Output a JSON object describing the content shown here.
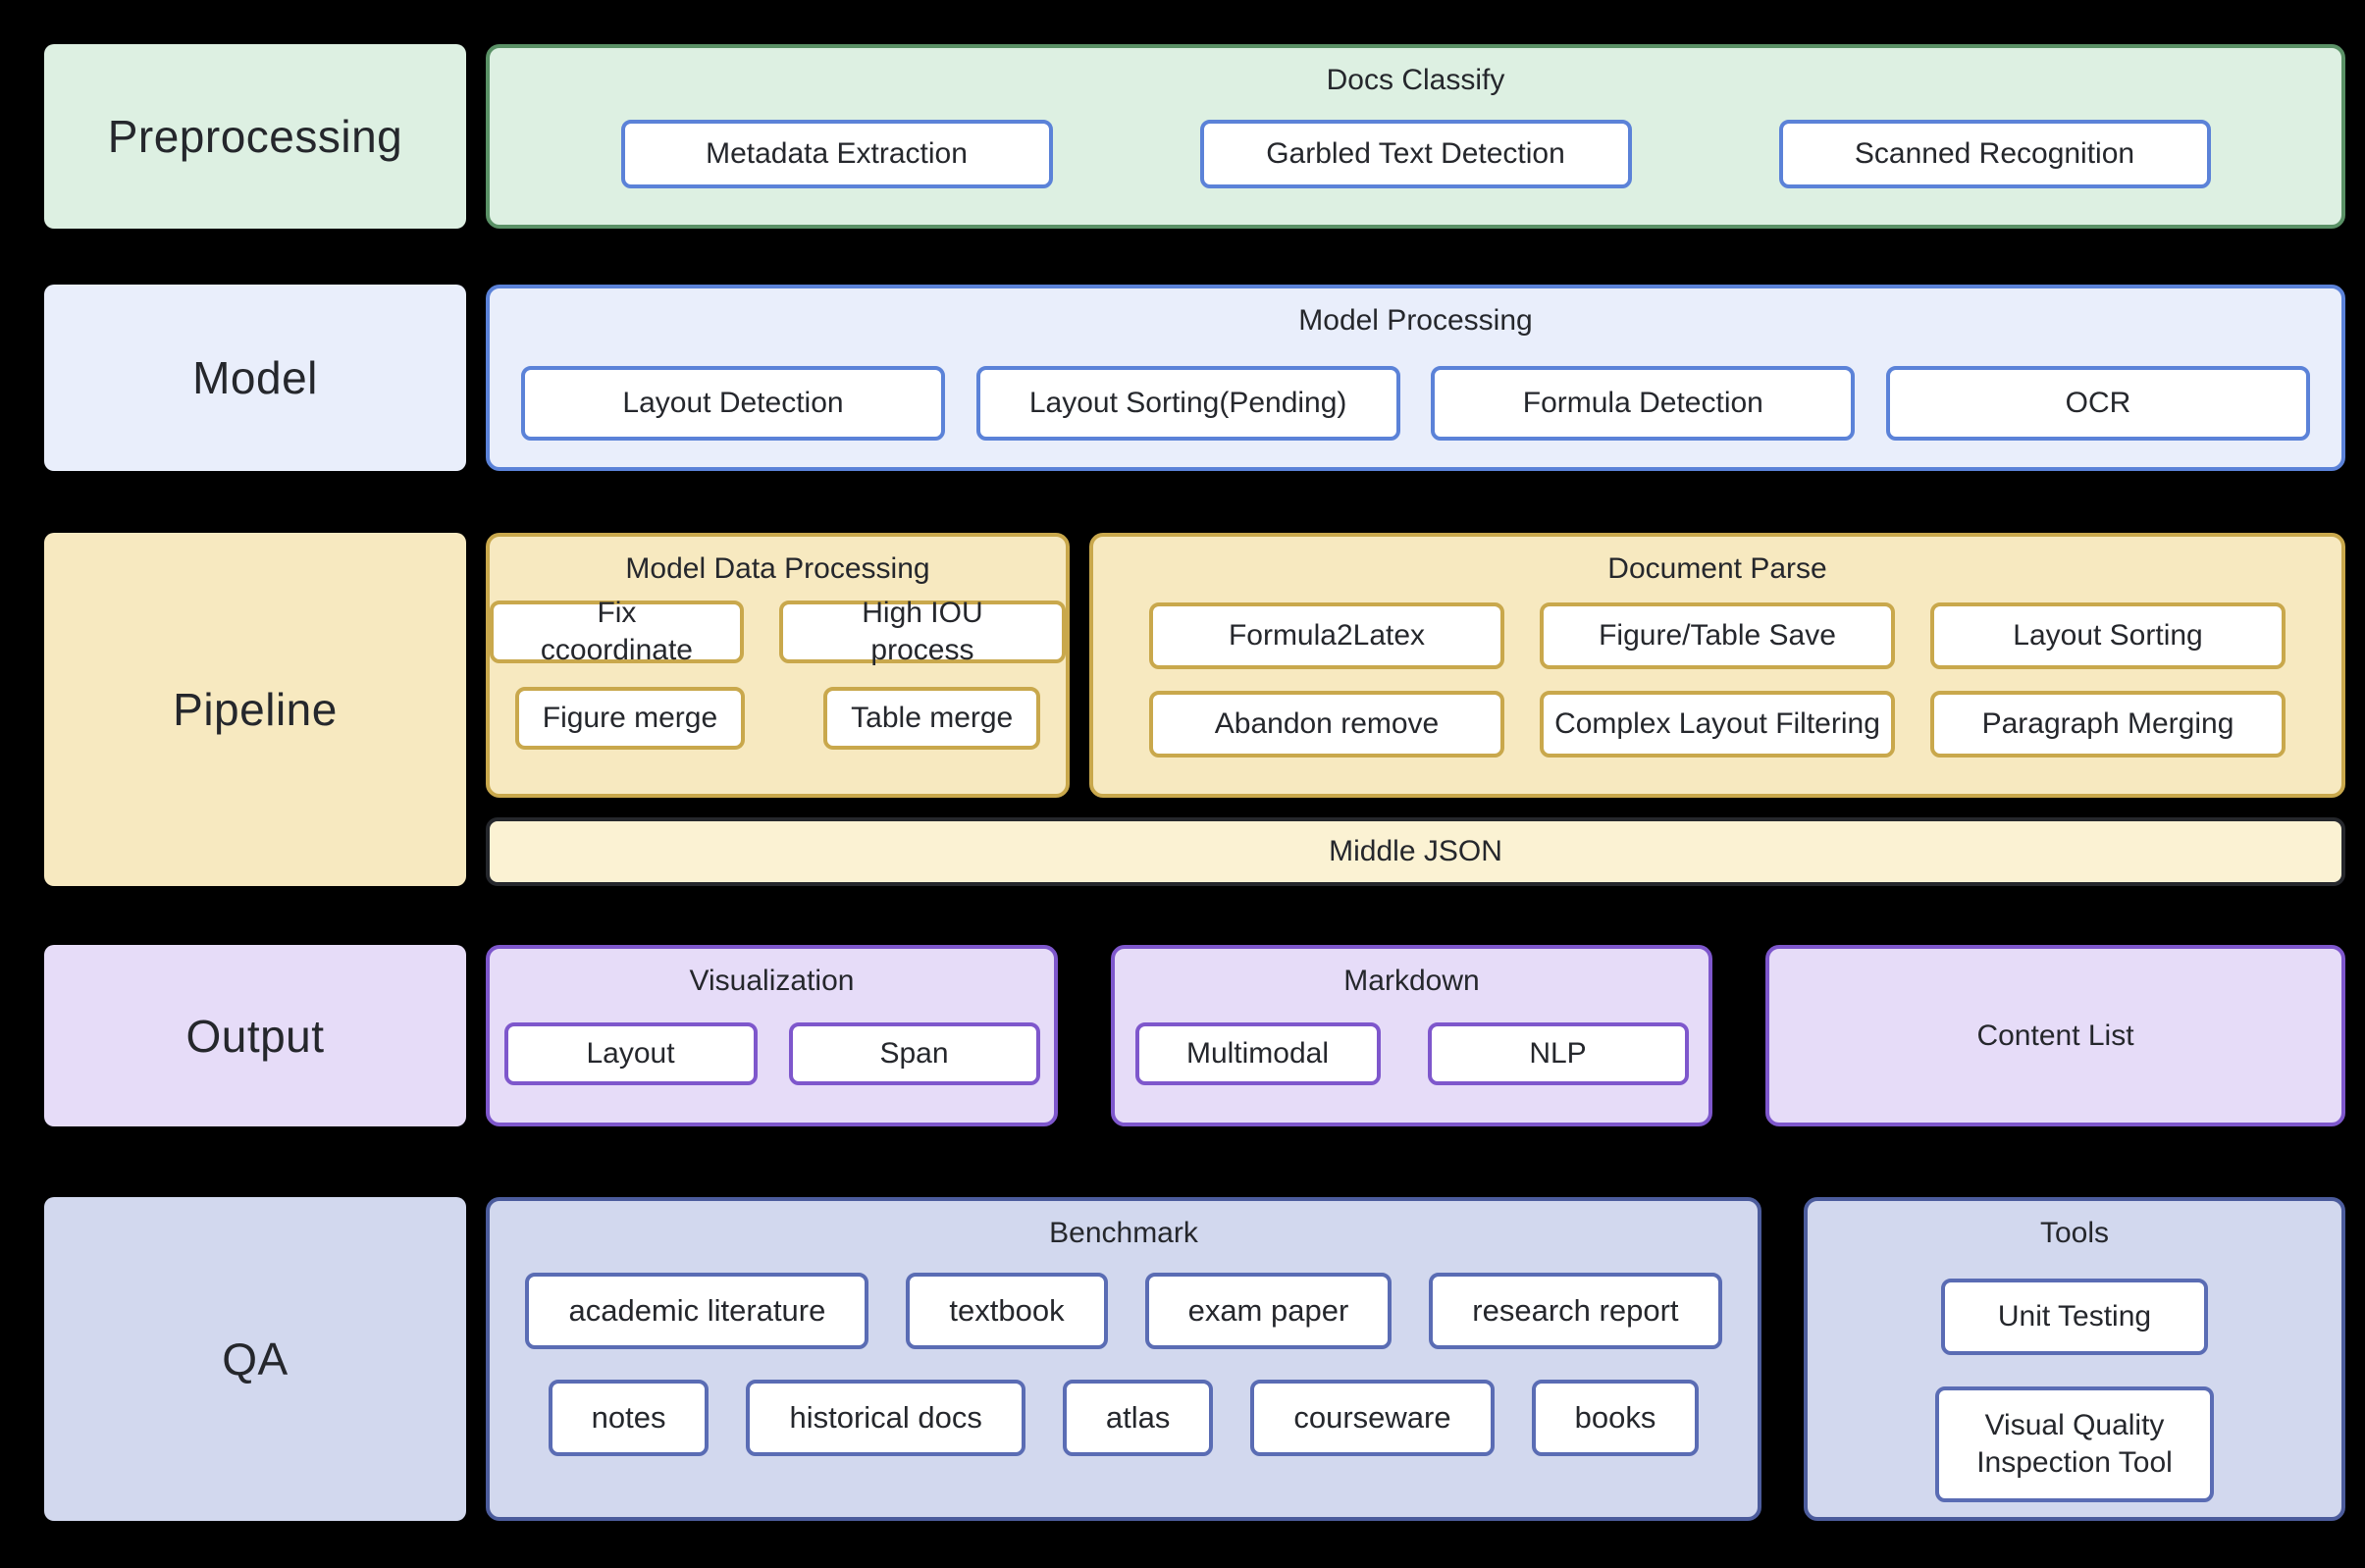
{
  "palette": {
    "background": "#000000",
    "green_fill": "#ddf0e2",
    "green_border": "#5a9166",
    "blue_fill": "#e9eefb",
    "blue_border": "#5b82d8",
    "yellow_fill": "#f7e9c0",
    "yellow_fill_light": "#fbf2d3",
    "yellow_border": "#c9a84c",
    "purple_fill": "#e6dcf8",
    "purple_border": "#7e57cc",
    "indigo_fill": "#d2d8ee",
    "indigo_border": "#4c5c9c",
    "indigo_box_border": "#5a6cb4",
    "node_fill": "#ffffff",
    "text": "#25272c"
  },
  "rows": {
    "preprocessing": {
      "label": "Preprocessing",
      "docs_classify": {
        "title": "Docs Classify",
        "items": [
          "Metadata Extraction",
          "Garbled Text Detection",
          "Scanned Recognition"
        ]
      }
    },
    "model": {
      "label": "Model",
      "model_processing": {
        "title": "Model Processing",
        "items": [
          "Layout Detection",
          "Layout Sorting(Pending)",
          "Formula Detection",
          "OCR"
        ]
      }
    },
    "pipeline": {
      "label": "Pipeline",
      "model_data_processing": {
        "title": "Model Data Processing",
        "row1": [
          "Fix ccoordinate",
          "High IOU process"
        ],
        "row2": [
          "Figure merge",
          "Table merge"
        ]
      },
      "document_parse": {
        "title": "Document Parse",
        "row1": [
          "Formula2Latex",
          "Figure/Table Save",
          "Layout Sorting"
        ],
        "row2": [
          "Abandon remove",
          "Complex Layout Filtering",
          "Paragraph Merging"
        ]
      },
      "middle_json": {
        "title": "Middle JSON"
      }
    },
    "output": {
      "label": "Output",
      "visualization": {
        "title": "Visualization",
        "items": [
          "Layout",
          "Span"
        ]
      },
      "markdown": {
        "title": "Markdown",
        "items": [
          "Multimodal",
          "NLP"
        ]
      },
      "content_list": {
        "title": "Content List"
      }
    },
    "qa": {
      "label": "QA",
      "benchmark": {
        "title": "Benchmark",
        "row1": [
          "academic literature",
          "textbook",
          "exam paper",
          "research report"
        ],
        "row2": [
          "notes",
          "historical docs",
          "atlas",
          "courseware",
          "books"
        ]
      },
      "tools": {
        "title": "Tools",
        "items": [
          "Unit Testing",
          "Visual Quality Inspection Tool"
        ]
      }
    }
  }
}
